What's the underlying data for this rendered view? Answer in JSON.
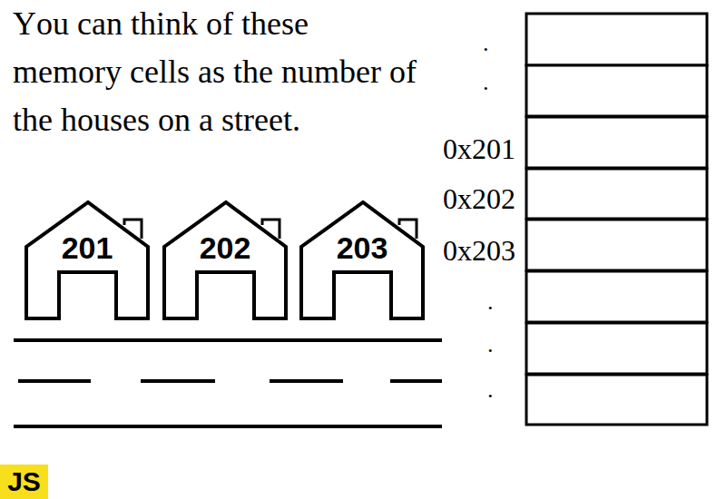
{
  "diagram": {
    "nodes": [
      {
        "text": [
          "201"
        ]
      },
      {
        "text": [
          "202"
        ]
      },
      {
        "text": [
          "203"
        ]
      },
      {
        "text": [
          "JS"
        ]
      }
    ],
    "labels": [
      "You can think of these memory cells  as the number of the houses on a street.",
      "0x201",
      "0x202",
      "0x203",
      ".",
      ".",
      ".",
      ".",
      "."
    ]
  }
}
